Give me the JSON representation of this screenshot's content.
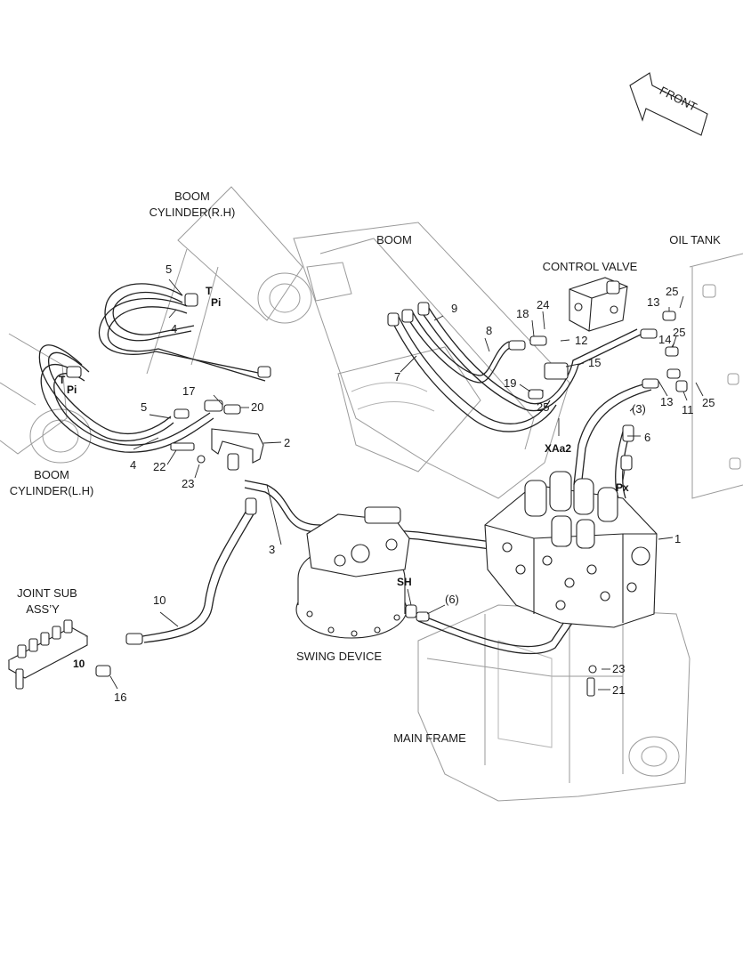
{
  "arrow": {
    "text": "FRONT"
  },
  "labels": {
    "boom_cyl_rh_1": "BOOM",
    "boom_cyl_rh_2": "CYLINDER(R.H)",
    "boom": "BOOM",
    "oil_tank": "OIL TANK",
    "control_valve": "CONTROL VALVE",
    "boom_cyl_lh_1": "BOOM",
    "boom_cyl_lh_2": "CYLINDER(L.H)",
    "joint_sub_1": "JOINT SUB",
    "joint_sub_2": "ASS’Y",
    "swing_device": "SWING DEVICE",
    "main_frame": "MAIN FRAME"
  },
  "ports": {
    "t_right": "T",
    "pi_right": "Pi",
    "t_left": "T",
    "pi_left": "Pi",
    "xaa2": "XAa2",
    "px": "Px",
    "sh": "SH",
    "joint_10": "10"
  },
  "callouts": {
    "c1": "1",
    "c2": "2",
    "c3": "3",
    "c3p": "(3)",
    "c4a": "4",
    "c4b": "4",
    "c5a": "5",
    "c5b": "5",
    "c6": "6",
    "c6p": "(6)",
    "c7": "7",
    "c8": "8",
    "c9": "9",
    "c10": "10",
    "c11": "11",
    "c12": "12",
    "c13a": "13",
    "c13b": "13",
    "c14": "14",
    "c15": "15",
    "c16": "16",
    "c17": "17",
    "c18": "18",
    "c19": "19",
    "c20": "20",
    "c21": "21",
    "c22": "22",
    "c23a": "23",
    "c23b": "23",
    "c24": "24",
    "c25a": "25",
    "c25b": "25",
    "c25c": "25",
    "c25d": "25"
  }
}
